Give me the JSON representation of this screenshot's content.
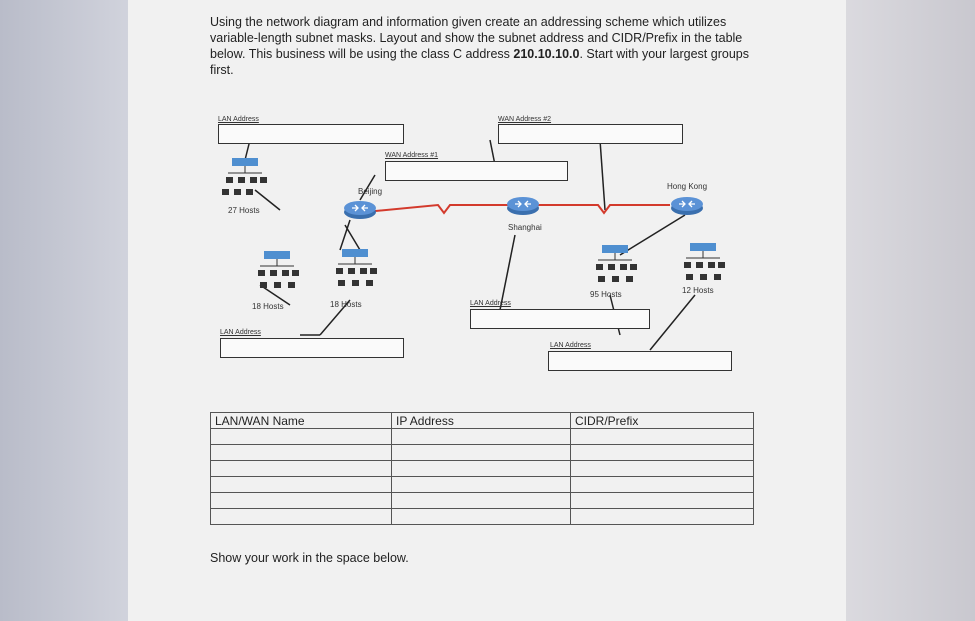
{
  "instructions": {
    "text_before": "Using the network diagram and information given create an addressing scheme which utilizes variable-length subnet masks. Layout and show the subnet address and CIDR/Prefix in the table below. This business will be using the class C address ",
    "address": "210.10.10.0",
    "text_after": ". Start with your largest groups first."
  },
  "diagram": {
    "lan_address_label": "LAN Address",
    "wan_address_1_label": "WAN Address #1",
    "wan_address_2_label": "WAN Address #2",
    "routers": [
      "Beijing",
      "Shanghai",
      "Hong Kong"
    ],
    "hosts": [
      "27 Hosts",
      "18 Hosts",
      "18 Hosts",
      "95 Hosts",
      "12 Hosts"
    ]
  },
  "table": {
    "headers": [
      "LAN/WAN Name",
      "IP Address",
      "CIDR/Prefix"
    ],
    "empty_rows": 6
  },
  "footer": "Show your work in the space below.",
  "colors": {
    "wan_link": "#d33a2c",
    "router": "#4a7fc0",
    "switch": "#4f8fd0"
  }
}
